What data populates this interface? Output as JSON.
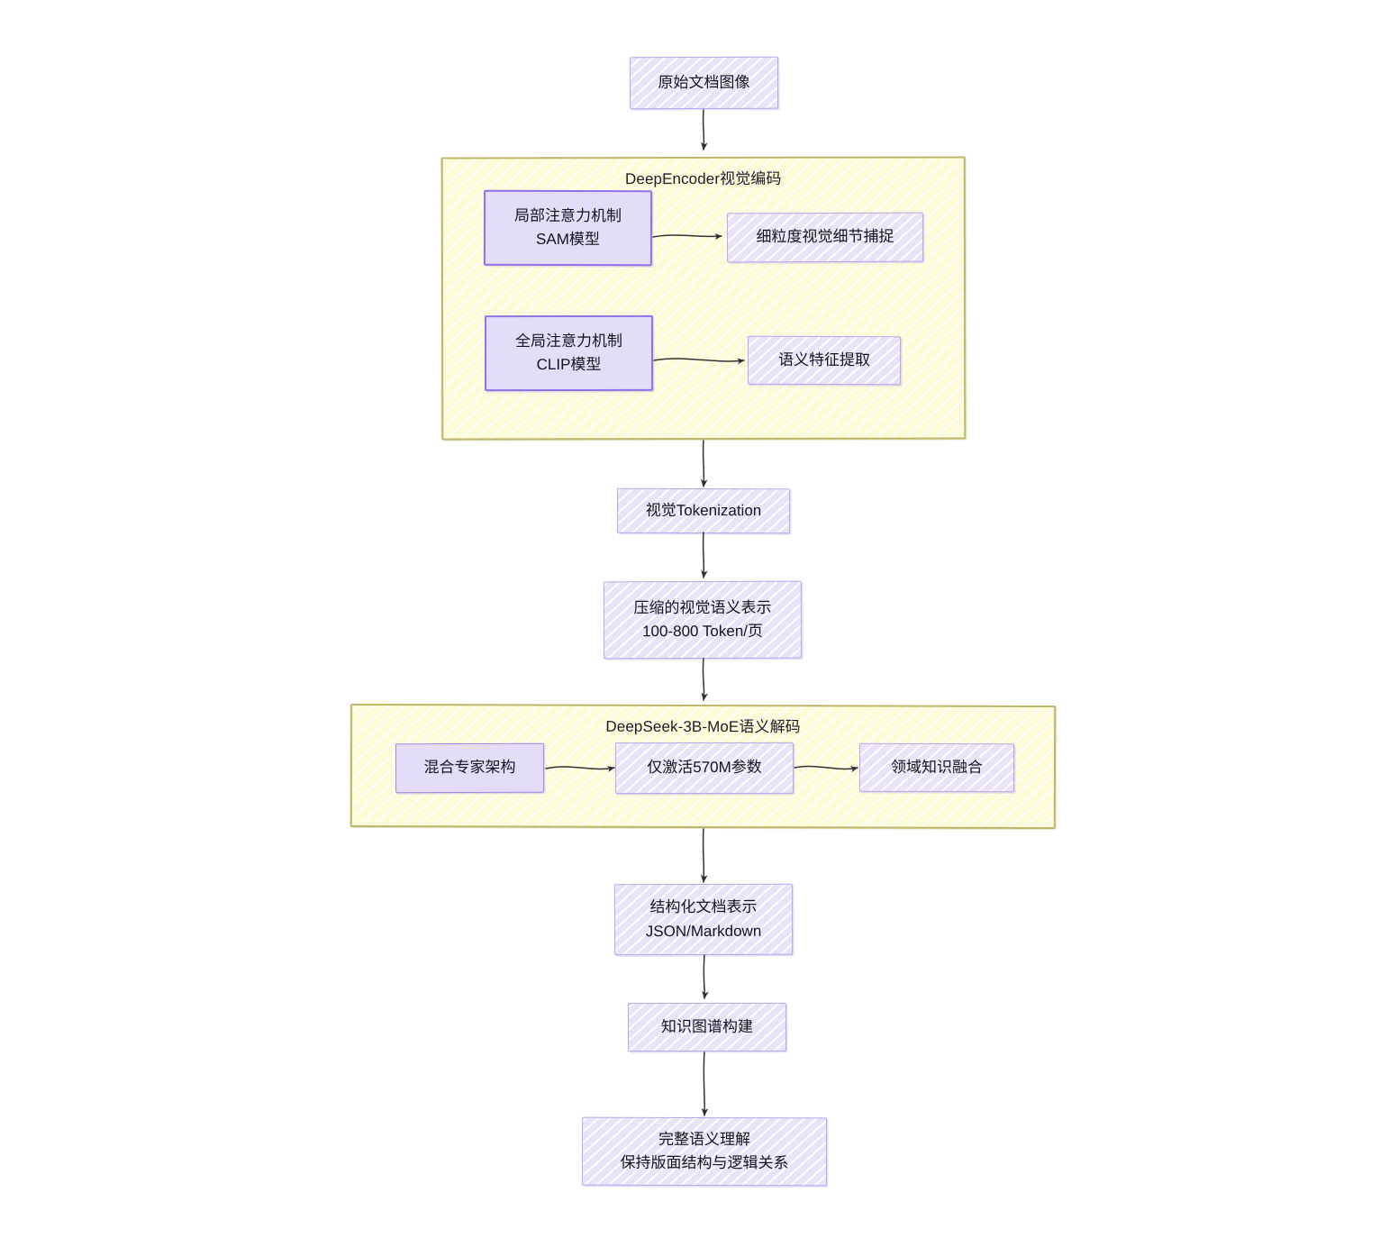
{
  "diagram": {
    "type": "flowchart",
    "direction": "top-to-bottom",
    "theme": {
      "node_fill": "#e9e4f9",
      "node_border": "#b9a6ee",
      "node_border_strong": "#8f72e4",
      "cluster_fill": "#fdfbd8",
      "cluster_border": "#bdb76b",
      "edge_color": "#333333",
      "text_color": "#14141c",
      "background": "#ffffff"
    }
  },
  "nodes": {
    "source_image": {
      "line1": "原始文档图像"
    },
    "local_attention": {
      "line1": "局部注意力机制",
      "line2": "SAM模型"
    },
    "fine_grained": {
      "line1": "细粒度视觉细节捕捉"
    },
    "global_attention": {
      "line1": "全局注意力机制",
      "line2": "CLIP模型"
    },
    "semantic_feature": {
      "line1": "语义特征提取"
    },
    "tokenization": {
      "line1": "视觉Tokenization"
    },
    "compressed": {
      "line1": "压缩的视觉语义表示",
      "line2": "100-800 Token/页"
    },
    "moe_arch": {
      "line1": "混合专家架构"
    },
    "activated_params": {
      "line1": "仅激活570M参数"
    },
    "domain_knowledge": {
      "line1": "领域知识融合"
    },
    "structured_doc": {
      "line1": "结构化文档表示",
      "line2": "JSON/Markdown"
    },
    "knowledge_graph": {
      "line1": "知识图谱构建"
    },
    "full_semantic": {
      "line1": "完整语义理解",
      "line2": "保持版面结构与逻辑关系"
    }
  },
  "clusters": {
    "deep_encoder": {
      "title": "DeepEncoder视觉编码"
    },
    "deepseek_moe": {
      "title": "DeepSeek-3B-MoE语义解码"
    }
  },
  "edges": [
    {
      "from": "source_image",
      "to": "deep_encoder"
    },
    {
      "from": "local_attention",
      "to": "fine_grained"
    },
    {
      "from": "global_attention",
      "to": "semantic_feature"
    },
    {
      "from": "deep_encoder",
      "to": "tokenization"
    },
    {
      "from": "tokenization",
      "to": "compressed"
    },
    {
      "from": "compressed",
      "to": "deepseek_moe"
    },
    {
      "from": "moe_arch",
      "to": "activated_params"
    },
    {
      "from": "activated_params",
      "to": "domain_knowledge"
    },
    {
      "from": "deepseek_moe",
      "to": "structured_doc"
    },
    {
      "from": "structured_doc",
      "to": "knowledge_graph"
    },
    {
      "from": "knowledge_graph",
      "to": "full_semantic"
    }
  ]
}
